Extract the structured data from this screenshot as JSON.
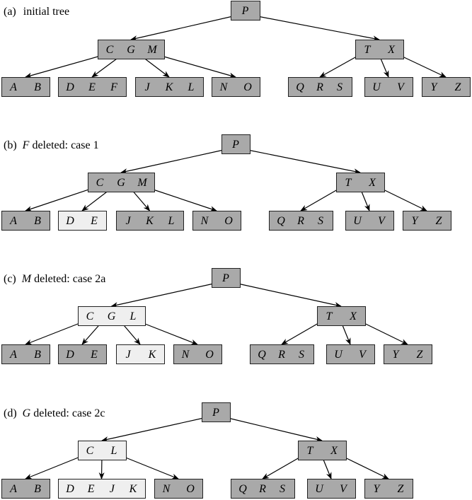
{
  "colors": {
    "node_fill": "#a9a9a9",
    "highlight_fill": "#efefef",
    "stroke": "#222222"
  },
  "panels": [
    {
      "id": "a",
      "label": "(a)",
      "caption_key": "",
      "caption_text": "initial tree",
      "root": {
        "keys": [
          "P"
        ],
        "highlight": false
      },
      "internal": [
        {
          "keys": [
            "C",
            "G",
            "M"
          ],
          "highlight": false
        },
        {
          "keys": [
            "T",
            "X"
          ],
          "highlight": false
        }
      ],
      "leaves": [
        {
          "keys": [
            "A",
            "B"
          ],
          "highlight": false
        },
        {
          "keys": [
            "D",
            "E",
            "F"
          ],
          "highlight": false
        },
        {
          "keys": [
            "J",
            "K",
            "L"
          ],
          "highlight": false
        },
        {
          "keys": [
            "N",
            "O"
          ],
          "highlight": false
        },
        {
          "keys": [
            "Q",
            "R",
            "S"
          ],
          "highlight": false
        },
        {
          "keys": [
            "U",
            "V"
          ],
          "highlight": false
        },
        {
          "keys": [
            "Y",
            "Z"
          ],
          "highlight": false
        }
      ]
    },
    {
      "id": "b",
      "label": "(b)",
      "caption_key": "F",
      "caption_text": "deleted: case 1",
      "root": {
        "keys": [
          "P"
        ],
        "highlight": false
      },
      "internal": [
        {
          "keys": [
            "C",
            "G",
            "M"
          ],
          "highlight": false
        },
        {
          "keys": [
            "T",
            "X"
          ],
          "highlight": false
        }
      ],
      "leaves": [
        {
          "keys": [
            "A",
            "B"
          ],
          "highlight": false
        },
        {
          "keys": [
            "D",
            "E"
          ],
          "highlight": true
        },
        {
          "keys": [
            "J",
            "K",
            "L"
          ],
          "highlight": false
        },
        {
          "keys": [
            "N",
            "O"
          ],
          "highlight": false
        },
        {
          "keys": [
            "Q",
            "R",
            "S"
          ],
          "highlight": false
        },
        {
          "keys": [
            "U",
            "V"
          ],
          "highlight": false
        },
        {
          "keys": [
            "Y",
            "Z"
          ],
          "highlight": false
        }
      ]
    },
    {
      "id": "c",
      "label": "(c)",
      "caption_key": "M",
      "caption_text": "deleted: case 2a",
      "root": {
        "keys": [
          "P"
        ],
        "highlight": false
      },
      "internal": [
        {
          "keys": [
            "C",
            "G",
            "L"
          ],
          "highlight": true
        },
        {
          "keys": [
            "T",
            "X"
          ],
          "highlight": false
        }
      ],
      "leaves": [
        {
          "keys": [
            "A",
            "B"
          ],
          "highlight": false
        },
        {
          "keys": [
            "D",
            "E"
          ],
          "highlight": false
        },
        {
          "keys": [
            "J",
            "K"
          ],
          "highlight": true
        },
        {
          "keys": [
            "N",
            "O"
          ],
          "highlight": false
        },
        {
          "keys": [
            "Q",
            "R",
            "S"
          ],
          "highlight": false
        },
        {
          "keys": [
            "U",
            "V"
          ],
          "highlight": false
        },
        {
          "keys": [
            "Y",
            "Z"
          ],
          "highlight": false
        }
      ]
    },
    {
      "id": "d",
      "label": "(d)",
      "caption_key": "G",
      "caption_text": "deleted: case 2c",
      "root": {
        "keys": [
          "P"
        ],
        "highlight": false
      },
      "internal": [
        {
          "keys": [
            "C",
            "L"
          ],
          "highlight": true
        },
        {
          "keys": [
            "T",
            "X"
          ],
          "highlight": false
        }
      ],
      "leaves": [
        {
          "keys": [
            "A",
            "B"
          ],
          "highlight": false
        },
        {
          "keys": [
            "D",
            "E",
            "J",
            "K"
          ],
          "highlight": true
        },
        {
          "keys": [
            "N",
            "O"
          ],
          "highlight": false
        },
        {
          "keys": [
            "Q",
            "R",
            "S"
          ],
          "highlight": false
        },
        {
          "keys": [
            "U",
            "V"
          ],
          "highlight": false
        },
        {
          "keys": [
            "Y",
            "Z"
          ],
          "highlight": false
        }
      ]
    }
  ]
}
